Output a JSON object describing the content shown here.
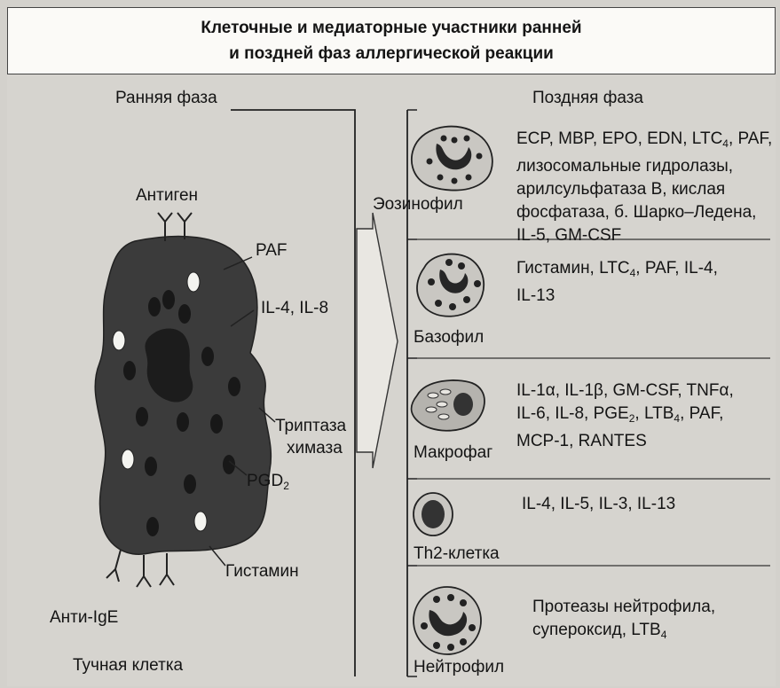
{
  "title": {
    "line1": "Клеточные и медиаторные участники ранней",
    "line2": "и поздней фаз аллергической реакции"
  },
  "early_phase": {
    "heading": "Ранняя фаза",
    "antigen": "Антиген",
    "paf": "PAF",
    "il": "IL-4, IL-8",
    "tryptase": "Триптаза",
    "chymase": "химаза",
    "pgd": "PGD",
    "pgd_sub": "2",
    "histamine": "Гистамин",
    "anti_ige": "Анти-IgE",
    "mast_cell": "Тучная клетка"
  },
  "late_phase": {
    "heading": "Поздняя фаза",
    "eosinophil": {
      "name": "Эозинофил",
      "l1a": "ECP, MBP, EPO, EDN, LTC",
      "l1sub": "4",
      "l1b": ", PAF,",
      "l2": "лизосомальные гидролазы,",
      "l3": "арилсульфатаза B, кислая",
      "l4": "фосфатаза, б. Шарко–Ледена,",
      "l5": "IL-5, GM-CSF"
    },
    "basophil": {
      "name": "Базофил",
      "l1a": "Гистамин, LTC",
      "l1sub": "4",
      "l1b": ", PAF, IL-4,",
      "l2": "IL-13"
    },
    "macrophage": {
      "name": "Макрофаг",
      "l1": "IL-1α, IL-1β, GM-CSF, TNFα,",
      "l2a": "IL-6, IL-8, PGE",
      "l2sub1": "2",
      "l2b": ", LTB",
      "l2sub2": "4",
      "l2c": ", PAF,",
      "l3": "MCP-1, RANTES"
    },
    "th2": {
      "name": "Th2-клетка",
      "l1": "IL-4, IL-5, IL-3, IL-13"
    },
    "neutrophil": {
      "name": "Нейтрофил",
      "l1": "Протеазы нейтрофила,",
      "l2a": "супероксид, LTB",
      "l2sub": "4"
    }
  }
}
